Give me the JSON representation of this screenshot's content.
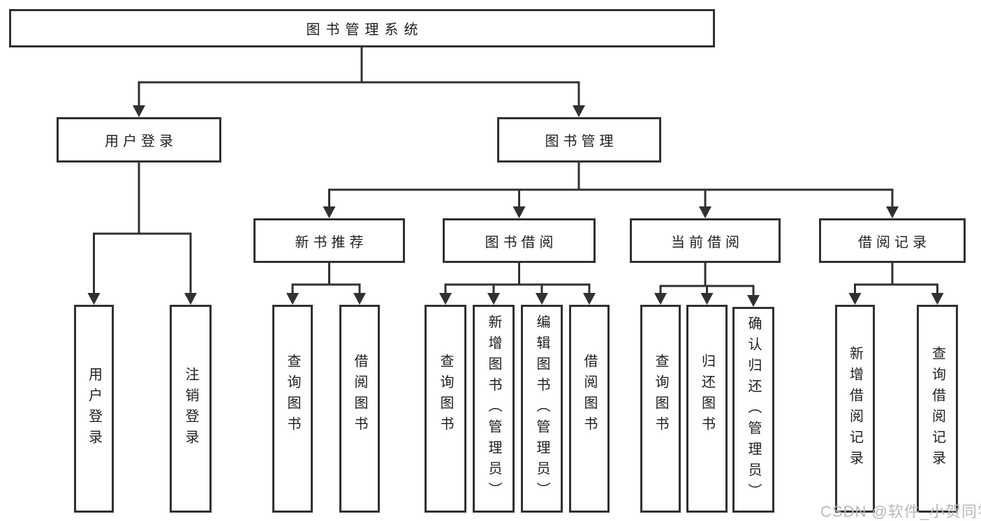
{
  "colors": {
    "line": "#303030",
    "text": "#1f1f1f",
    "box_background": "#ffffff",
    "page_background": "#ffffff",
    "watermark": "#b9b9b9"
  },
  "watermark": {
    "text": "CSDN @软件_小贺同学"
  },
  "tree": {
    "root": {
      "label": "图书管理系统"
    },
    "branches": [
      {
        "label": "用户登录",
        "children": [
          {
            "label": "用户登录"
          },
          {
            "label": "注销登录"
          }
        ]
      },
      {
        "label": "图书管理",
        "children": [
          {
            "label": "新书推荐",
            "children": [
              {
                "label": "查询图书"
              },
              {
                "label": "借阅图书"
              }
            ]
          },
          {
            "label": "图书借阅",
            "children": [
              {
                "label": "查询图书"
              },
              {
                "label": "新增图书（管理员）"
              },
              {
                "label": "编辑图书（管理员）"
              },
              {
                "label": "借阅图书"
              }
            ]
          },
          {
            "label": "当前借阅",
            "children": [
              {
                "label": "查询图书"
              },
              {
                "label": "归还图书"
              },
              {
                "label": "确认归还（管理员）"
              }
            ]
          },
          {
            "label": "借阅记录",
            "children": [
              {
                "label": "新增借阅记录"
              },
              {
                "label": "查询借阅记录"
              }
            ]
          }
        ]
      }
    ]
  }
}
